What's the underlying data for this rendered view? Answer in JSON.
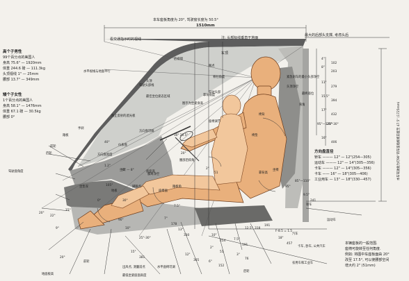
{
  "header": {
    "top_note": "本车座板角度为 20°, 驾驶窗长度为 50.5°",
    "width_label": "1510mm",
    "wide_angle_note": "看交通指示时的视线",
    "vision_note": "注: 头部标线垂直于地面",
    "headrest_note": "最大的后部头支撑, 考虑头后",
    "edge_tag": "车顶"
  },
  "vertical_side_note": "本车驾驶舱为可90°的车座舱视视前度至 47.5° (1725mm)",
  "male": {
    "title": "高个子男性",
    "lines": [
      "99个百分点的美国人",
      "身高 75.6\" — 1920mm",
      "体重 244.6 磅 — 111.3kg",
      "头顶视线 1\" — 25mm",
      "腰部 13.7\" — 349mm"
    ]
  },
  "female": {
    "title": "矮个子女性",
    "lines": [
      "1个百分点的美国人",
      "身高 58.1\" — 1476mm",
      "体重 67.1 磅 — 30.5kg",
      "腰部 0°"
    ]
  },
  "steering": {
    "title": "方向盘直径",
    "rows": [
      "轿车 ——— 12\" — 12\"(254—305)",
      "运动车 ——— 12\" — 14\"(305—356)",
      "卡车 ——— 12\" — 14\"(305—356)",
      "卡车 —— 16\" — 18\"(305—406)",
      "工业用车 — 13\" — 18\"(330—457)"
    ]
  },
  "callouts": [
    "水平视线与地面平行",
    "驾驶头部线",
    "最佳坐位姿态区域",
    "图示为坐姿身高",
    "防止反射的遮光板",
    "头顶",
    "仪表盘",
    "方向盘宽度",
    "方向盘可调",
    "后视镜",
    "驾驶头部",
    "座椅调节",
    "紧急刹车的最小头部净空",
    "脊柱角度",
    "靠背角度",
    "前轮",
    "后轮",
    "驾驶座角度",
    "踏板",
    "手刹",
    "坐高",
    "腰部后仰角",
    "膝窝净空",
    "踏板角",
    "底座高",
    "坐垫深",
    "地板",
    "座椅面",
    "椅背",
    "椅垫",
    "最终座位",
    "背角",
    "眼点",
    "头顶净空",
    "靠背高",
    "坐椅",
    "脚跟点"
  ],
  "dims": [
    "6° — 8°",
    "1.2\"",
    "30\" 20.5\"",
    "20°",
    "30°",
    "40°",
    "22°",
    "20°",
    "9°",
    "90°",
    "10°",
    "25°-30°",
    "0°",
    "105°",
    "95°",
    "85°—110°",
    "95°—120°",
    "25°-30°",
    "4\"",
    "102",
    "8\"",
    "203",
    "11\"",
    "279",
    "15.5\"",
    "394",
    "17\"",
    "432",
    "16\"",
    "406",
    "9.5\"",
    "241",
    "12.5\"",
    "318",
    "10\"",
    "254",
    "7.5\"",
    "191",
    "2\"",
    "51",
    "3\"",
    "76",
    "6\"",
    "152",
    "12\"",
    "305",
    "15\"",
    "381",
    "15°",
    "7\"",
    "178",
    "13\"",
    "330",
    "20°",
    "7.5\"",
    "191",
    "F-8.5 = 1.5",
    "18\"",
    "457",
    "2\"",
    "51"
  ],
  "vehicles": [
    "轿车",
    "运动车",
    "汽车",
    "卡车, 卧车, 公共汽车",
    "农用车和工业车"
  ],
  "bottom_labels": [
    "地面板高",
    "出风点, 测量前点",
    "最低坐姿座面高度",
    "水平座椅可调",
    "前轮",
    "后轮"
  ],
  "right_note": {
    "lines": [
      "本辆座板的一般范围.",
      "座椅可旋转至任何角度.",
      "例如: 将图中车座板面由 20°",
      "改至 17.5°, 可以使腰部空间",
      "增大约 2\" (51mm)"
    ]
  },
  "chart_data": {
    "type": "diagram",
    "title": "",
    "angles": {
      "seat_pan": "20°",
      "backrest": "105°",
      "windshield": "50.5°"
    }
  }
}
